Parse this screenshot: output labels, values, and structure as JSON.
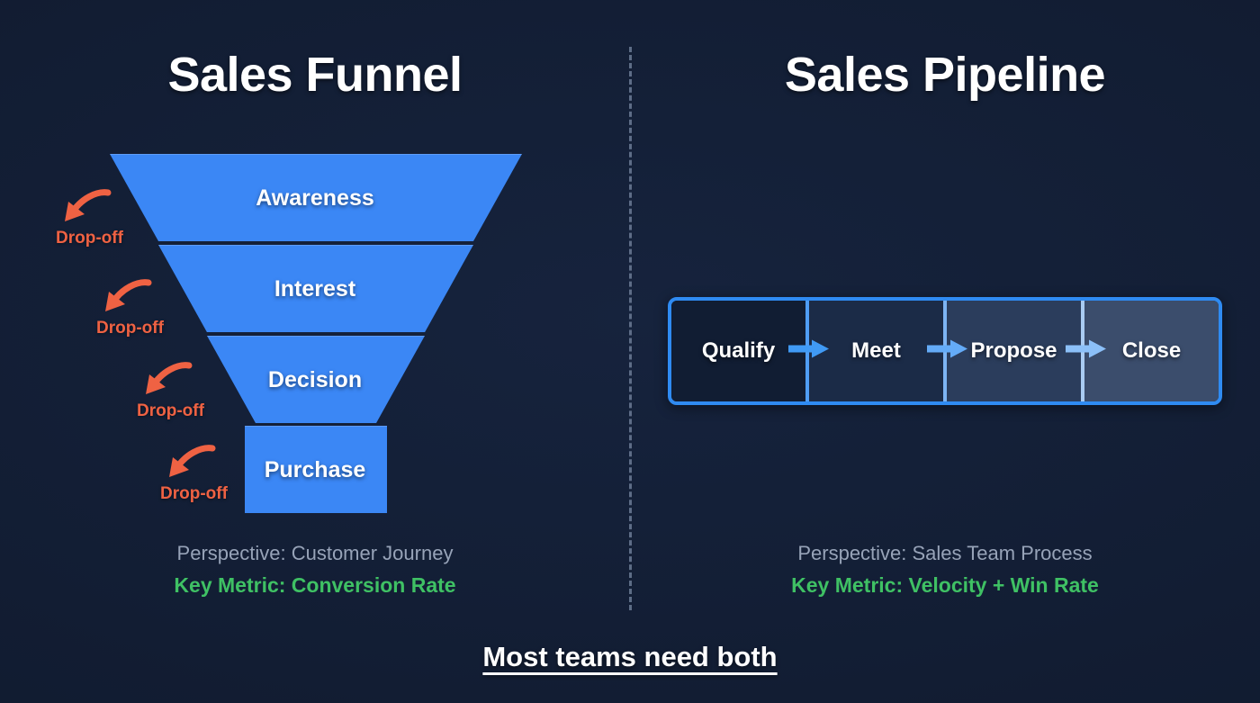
{
  "background_color": "#131f36",
  "panels": {
    "left": {
      "title": "Sales Funnel",
      "perspective": "Perspective: Customer Journey",
      "key_metric": "Key Metric: Conversion Rate",
      "stage_color": "#3b87f5",
      "dropoff_color": "#ef6243",
      "stages": [
        {
          "label": "Awareness"
        },
        {
          "label": "Interest"
        },
        {
          "label": "Decision"
        },
        {
          "label": "Purchase"
        }
      ],
      "dropoffs": [
        {
          "label": "Drop-off"
        },
        {
          "label": "Drop-off"
        },
        {
          "label": "Drop-off"
        },
        {
          "label": "Drop-off"
        }
      ]
    },
    "right": {
      "title": "Sales Pipeline",
      "perspective": "Perspective: Sales Team Process",
      "key_metric": "Key Metric: Velocity + Win Rate",
      "border_color": "#2f8bf2",
      "stages": [
        {
          "label": "Qualify",
          "fill": "#111d33",
          "border": "#2f8bf2"
        },
        {
          "label": "Meet",
          "fill": "#1b2b47",
          "border": "#4f9df5"
        },
        {
          "label": "Propose",
          "fill": "#2b3d5c",
          "border": "#7db4f3"
        },
        {
          "label": "Close",
          "fill": "#3b4d6c",
          "border": "#a9cbf2"
        }
      ],
      "arrows": [
        {
          "name": "arrow-qualify-to-meet"
        },
        {
          "name": "arrow-meet-to-propose"
        },
        {
          "name": "arrow-propose-to-close"
        }
      ]
    }
  },
  "caption": "Most teams need both",
  "metric_color": "#3fc164",
  "perspective_color": "#97a3b8",
  "divider": {
    "style": "dashed-vertical",
    "color": "#6b7b95"
  }
}
